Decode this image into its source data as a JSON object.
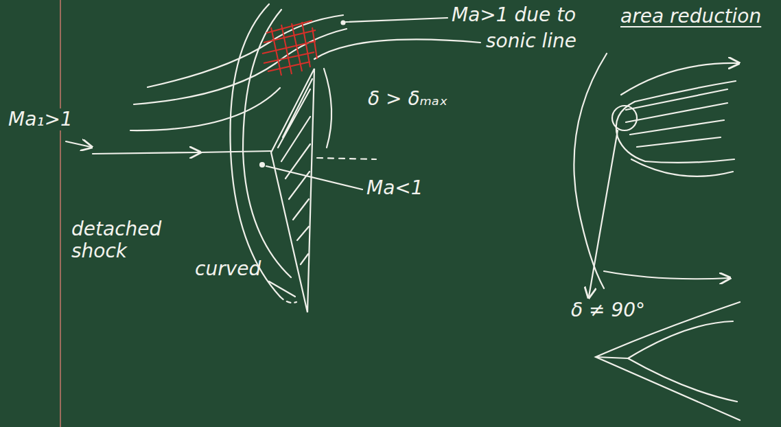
{
  "diagram": {
    "labels": [
      "Ma>1 due to",
      "area reduction",
      "sonic line",
      "δ > δₘₐₓ",
      "Ma<1",
      "Ma₁>1",
      "detached shock",
      "curved",
      "δ ≠ 90°"
    ]
  }
}
